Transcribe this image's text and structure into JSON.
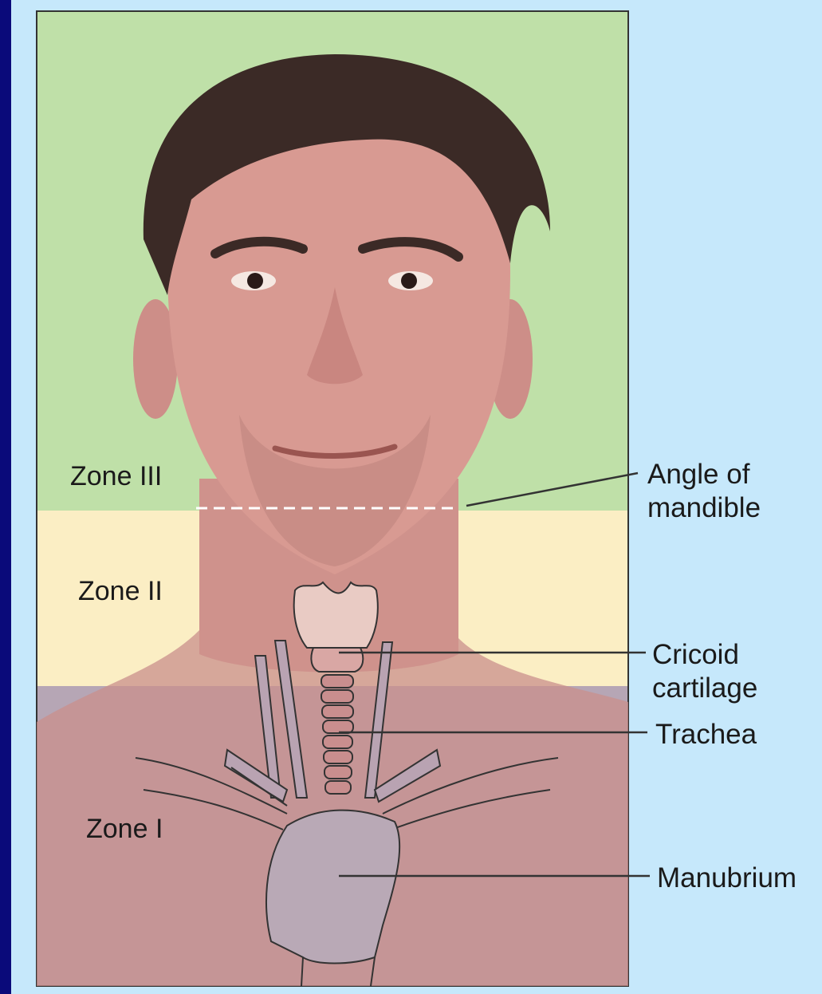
{
  "colors": {
    "slide_border": "#0a0a7a",
    "panel_background": "#c6e8fb",
    "zone_III": "#bfe0a8",
    "zone_II": "#fbeec4",
    "zone_I": "#b6a6b5",
    "skin": "#d89a92",
    "hair": "#3b2a26",
    "line": "#333333"
  },
  "zones": [
    {
      "id": "III",
      "label": "Zone III"
    },
    {
      "id": "II",
      "label": "Zone II"
    },
    {
      "id": "I",
      "label": "Zone I"
    }
  ],
  "callouts": {
    "angle_of_mandible": {
      "line1": "Angle of",
      "line2": "mandible"
    },
    "cricoid_cartilage": {
      "line1": "Cricoid",
      "line2": "cartilage"
    },
    "trachea": {
      "line1": "Trachea"
    },
    "manubrium": {
      "line1": "Manubrium"
    }
  },
  "icons": [
    "person-illustration-icon",
    "larynx-icon",
    "trachea-icon",
    "vessels-icon",
    "manubrium-icon"
  ]
}
